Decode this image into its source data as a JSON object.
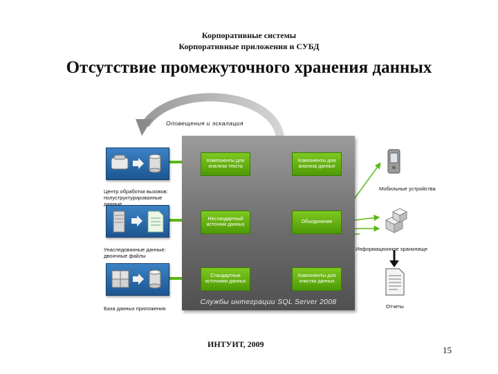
{
  "header": {
    "line1": "Корпоративные системы",
    "line2": "Корпоративные приложения и СУБД"
  },
  "title": "Отсутствие промежуточного хранения данных",
  "diagram": {
    "arc_label": "Оповещения и эскалация",
    "panel_caption": "Службы интеграции SQL Server 2008",
    "boxes": {
      "text_analysis": "Компоненты для анализа текста",
      "data_analysis": "Компоненты для анализа данных",
      "nonstandard": "Нестандартный источник данных",
      "merge": "Объединение",
      "standard": "Стандартные источники данных",
      "cleansing": "Компоненты для очистки данных"
    },
    "sources": {
      "call_center": "Центр обработки вызовов: полуструктурированные данные",
      "legacy": "Унаследованные данные: двоичные файлы",
      "app_db": "База данных приложения"
    },
    "targets": {
      "mobile": "Мобильные устройства",
      "warehouse": "Информационное хранилище",
      "reports": "Отчеты"
    }
  },
  "footer": {
    "org": "ИНТУИТ, 2009",
    "page": "15"
  }
}
